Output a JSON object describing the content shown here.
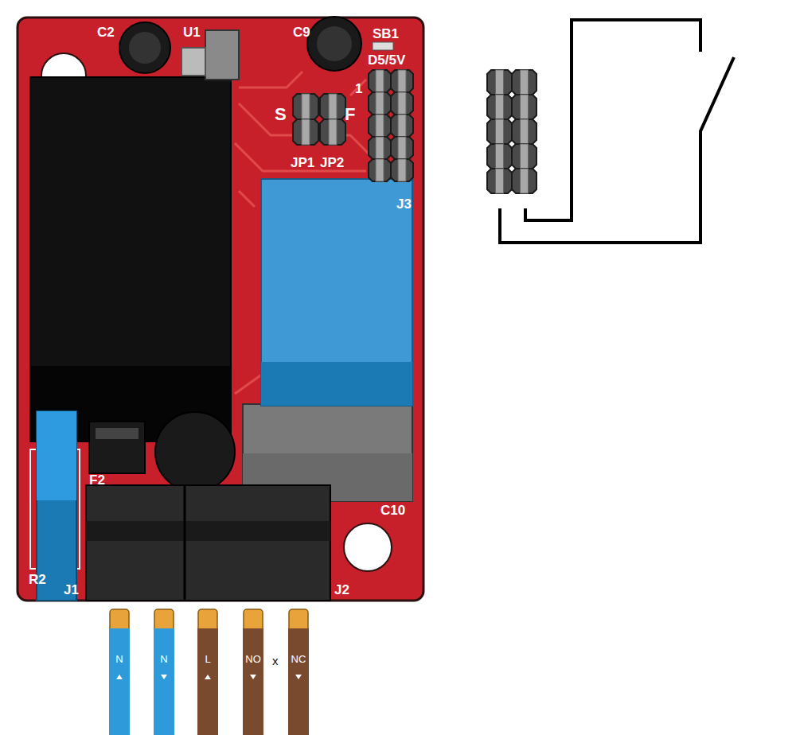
{
  "diagram": {
    "nodes": [
      {
        "text": [
          "N"
        ]
      },
      {
        "text": [
          "N"
        ]
      },
      {
        "text": [
          "L"
        ]
      },
      {
        "text": [
          "NO"
        ]
      },
      {
        "text": [
          "NC"
        ]
      }
    ],
    "labels": [
      "C2",
      "U1",
      "C9",
      "SB1",
      "D5/5V",
      "1",
      "S",
      "F",
      "JP1",
      "JP2",
      "J3",
      "F2",
      "C10",
      "R2",
      "J1",
      "J2",
      "x"
    ]
  }
}
